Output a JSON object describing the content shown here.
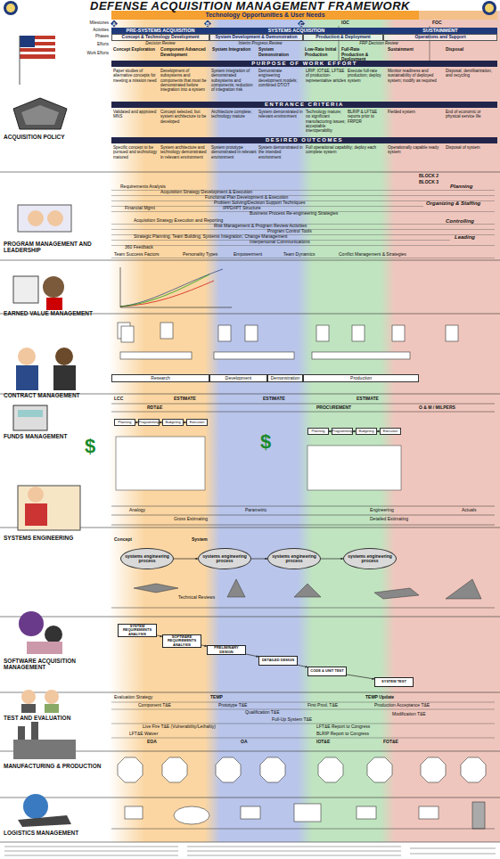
{
  "diagram": {
    "title": "DEFENSE ACQUISITION MANAGEMENT FRAMEWORK",
    "nodes": [
      {
        "text": [
          "PRE-SYSTEMS ACQUISITION"
        ]
      },
      {
        "text": [
          "SYSTEMS ACQUISITION"
        ]
      },
      {
        "text": [
          "SUSTAINMENT"
        ]
      },
      {
        "text": [
          "Concept & Technology Development"
        ]
      },
      {
        "text": [
          "System Development & Demonstration"
        ]
      },
      {
        "text": [
          "Production & Deployment"
        ]
      },
      {
        "text": [
          "Operations and Support"
        ]
      },
      {
        "text": [
          "PURPOSE OF WORK EFFORT"
        ]
      },
      {
        "text": [
          "ENTRANCE CRITERIA"
        ]
      },
      {
        "text": [
          "DESIRED OUTCOMES"
        ]
      },
      {
        "text": [
          "Research"
        ]
      },
      {
        "text": [
          "Development"
        ]
      },
      {
        "text": [
          "Demonstration"
        ]
      },
      {
        "text": [
          "Production"
        ]
      },
      {
        "text": [
          "Planning"
        ]
      },
      {
        "text": [
          "Programming"
        ]
      },
      {
        "text": [
          "Budgeting"
        ]
      },
      {
        "text": [
          "Execution"
        ]
      },
      {
        "text": [
          "Planning"
        ]
      },
      {
        "text": [
          "Programming"
        ]
      },
      {
        "text": [
          "Budgeting"
        ]
      },
      {
        "text": [
          "Execution"
        ]
      },
      {
        "text": [
          "systems engineering process"
        ]
      },
      {
        "text": [
          "systems engineering process"
        ]
      },
      {
        "text": [
          "systems engineering process"
        ]
      },
      {
        "text": [
          "systems engineering process"
        ]
      },
      {
        "text": [
          "SYSTEM REQUIREMENTS ANALYSIS"
        ]
      },
      {
        "text": [
          "SOFTWARE REQUIREMENTS ANALYSIS"
        ]
      },
      {
        "text": [
          "PRELIMINARY DESIGN"
        ]
      },
      {
        "text": [
          "DETAILED DESIGN"
        ]
      },
      {
        "text": [
          "CODE & UNIT TEST"
        ]
      },
      {
        "text": [
          "SYSTEM TEST"
        ]
      }
    ],
    "edges": [
      {
        "from": 14,
        "to": 15,
        "arrow": "to"
      },
      {
        "from": 15,
        "to": 16,
        "arrow": "to"
      },
      {
        "from": 16,
        "to": 17,
        "arrow": "to"
      },
      {
        "from": 18,
        "to": 19,
        "arrow": "to"
      },
      {
        "from": 19,
        "to": 20,
        "arrow": "to"
      },
      {
        "from": 20,
        "to": 21,
        "arrow": "to"
      },
      {
        "from": 22,
        "to": 23,
        "arrow": "to"
      },
      {
        "from": 23,
        "to": 24,
        "arrow": "to"
      },
      {
        "from": 24,
        "to": 25,
        "arrow": "to"
      },
      {
        "from": 26,
        "to": 27,
        "arrow": "to"
      },
      {
        "from": 27,
        "to": 28,
        "arrow": "to"
      },
      {
        "from": 28,
        "to": 29,
        "arrow": "to"
      },
      {
        "from": 29,
        "to": 30,
        "arrow": "to"
      },
      {
        "from": 30,
        "to": 31,
        "arrow": "to"
      }
    ],
    "labels": [
      "Technology Opportunities & User Needs",
      "Milestones",
      "Activities",
      "Phases",
      "Efforts",
      "Work Efforts",
      "A",
      "B",
      "C",
      "IOC",
      "FOC",
      "Concept Exploration",
      "Component Advanced Development",
      "System Integration",
      "System Demonstration",
      "Low-Rate Initial Production",
      "Full-Rate Production & Deployment",
      "Sustainment",
      "Disposal",
      "Decision Review",
      "Interim Progress Review",
      "FRP Decision Review",
      "Paper studies of alternative concepts for meeting a mission need",
      "Development of subsystems and components that must be demonstrated before integration into a system",
      "System integration of demonstrated subsystems and components; reduction of integration risk",
      "Demonstrate engineering development models; combined DT/OT",
      "LRIP; IOT&E, LFT&E of production-representative articles",
      "Execute full-rate production; deploy system",
      "Monitor readiness and sustainability of deployed system; modify as required",
      "Disposal, demilitarization, and recycling",
      "Validated and approved MNS",
      "Concept selected, but system architecture to be developed",
      "Architecture complete; technology mature",
      "System demonstrated in relevant environment",
      "Technology mature; no significant manufacturing issues; acceptable interoperability",
      "BLRIP & LFT&E reports prior to FRPDR",
      "Fielded system",
      "End of economic or physical service life",
      "Specific concept to be pursued and technology matured",
      "System architecture and technology demonstrated in relevant environment",
      "System prototype demonstrated in relevant environment",
      "System demonstrated in the intended environment",
      "Full operational capability; deploy each complete system",
      "Operationally capable ready system",
      "Disposal of system",
      "ACQUISITION POLICY",
      "PROGRAM MANAGEMENT AND LEADERSHIP",
      "EARNED VALUE MANAGEMENT",
      "CONTRACT MANAGEMENT",
      "FUNDS MANAGEMENT",
      "SYSTEMS ENGINEERING",
      "SOFTWARE ACQUISITION MANAGEMENT",
      "TEST AND EVALUATION",
      "MANUFACTURING & PRODUCTION",
      "LOGISTICS MANAGEMENT",
      "BLOCK 2",
      "BLOCK 3",
      "Requirements Analysis",
      "Acquisition Strategy Development & Execution",
      "Functional Plan Development & Execution",
      "Problem Solving/Decision Support Techniques",
      "Financial Mgmt",
      "IPPD/IPT Structure",
      "Business Process Re-engineering Strategies",
      "Acquisition Strategy Execution and Reporting",
      "Risk Management & Program Review Activities",
      "Program Control Tools",
      "Strategic Planning, Team Building, Systems Integration, Change Management",
      "Interpersonal Communications",
      "360 Feedback",
      "Team Success Factors",
      "Personality Types",
      "Empowerment",
      "Team Dynamics",
      "Conflict Management & Strategies",
      "Planning",
      "Organizing & Staffing",
      "Controlling",
      "Leading",
      "LCC",
      "ESTIMATE",
      "ESTIMATE",
      "ESTIMATE",
      "RDT&E",
      "PROCUREMENT",
      "O & M / MILPERS",
      "Analogy",
      "Parametric",
      "Engineering",
      "Actuals",
      "Gross Estimating",
      "Detailed Estimating",
      "$",
      "$",
      "Concept",
      "System",
      "Technical Reviews",
      "Evaluation Strategy",
      "TEMP",
      "TEMP Update",
      "Component T&E",
      "Prototype T&E",
      "First Prod. T&E",
      "Production Acceptance T&E",
      "Qualification T&E",
      "Modification T&E",
      "Full-Up System T&E",
      "Live Fire T&E (Vulnerability/Lethality)",
      "LFT&E Waiver",
      "EOA",
      "OA",
      "IOT&E",
      "FOT&E",
      "LFT&E Report to Congress",
      "BLRIP Report to Congress"
    ]
  }
}
